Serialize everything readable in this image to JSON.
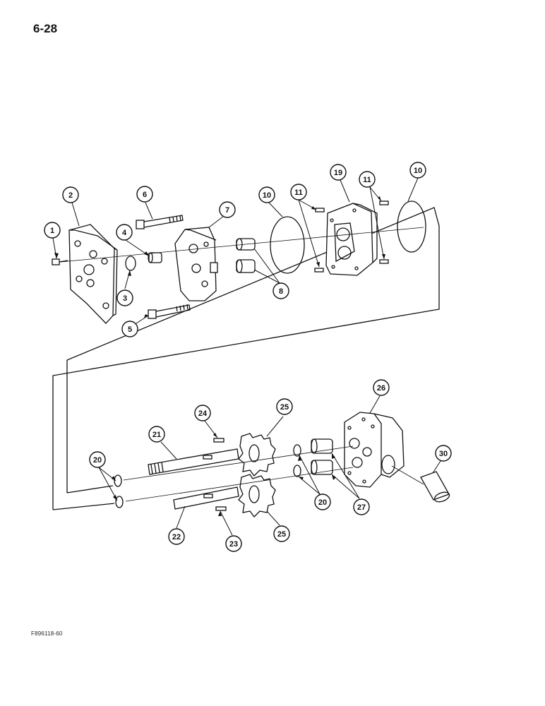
{
  "page_number": "6-28",
  "figure_code": "F896118-60",
  "callouts": [
    "1",
    "2",
    "3",
    "4",
    "5",
    "6",
    "7",
    "8",
    "10",
    "10",
    "11",
    "11",
    "19",
    "20",
    "20",
    "21",
    "22",
    "23",
    "24",
    "25",
    "25",
    "26",
    "27",
    "30"
  ]
}
